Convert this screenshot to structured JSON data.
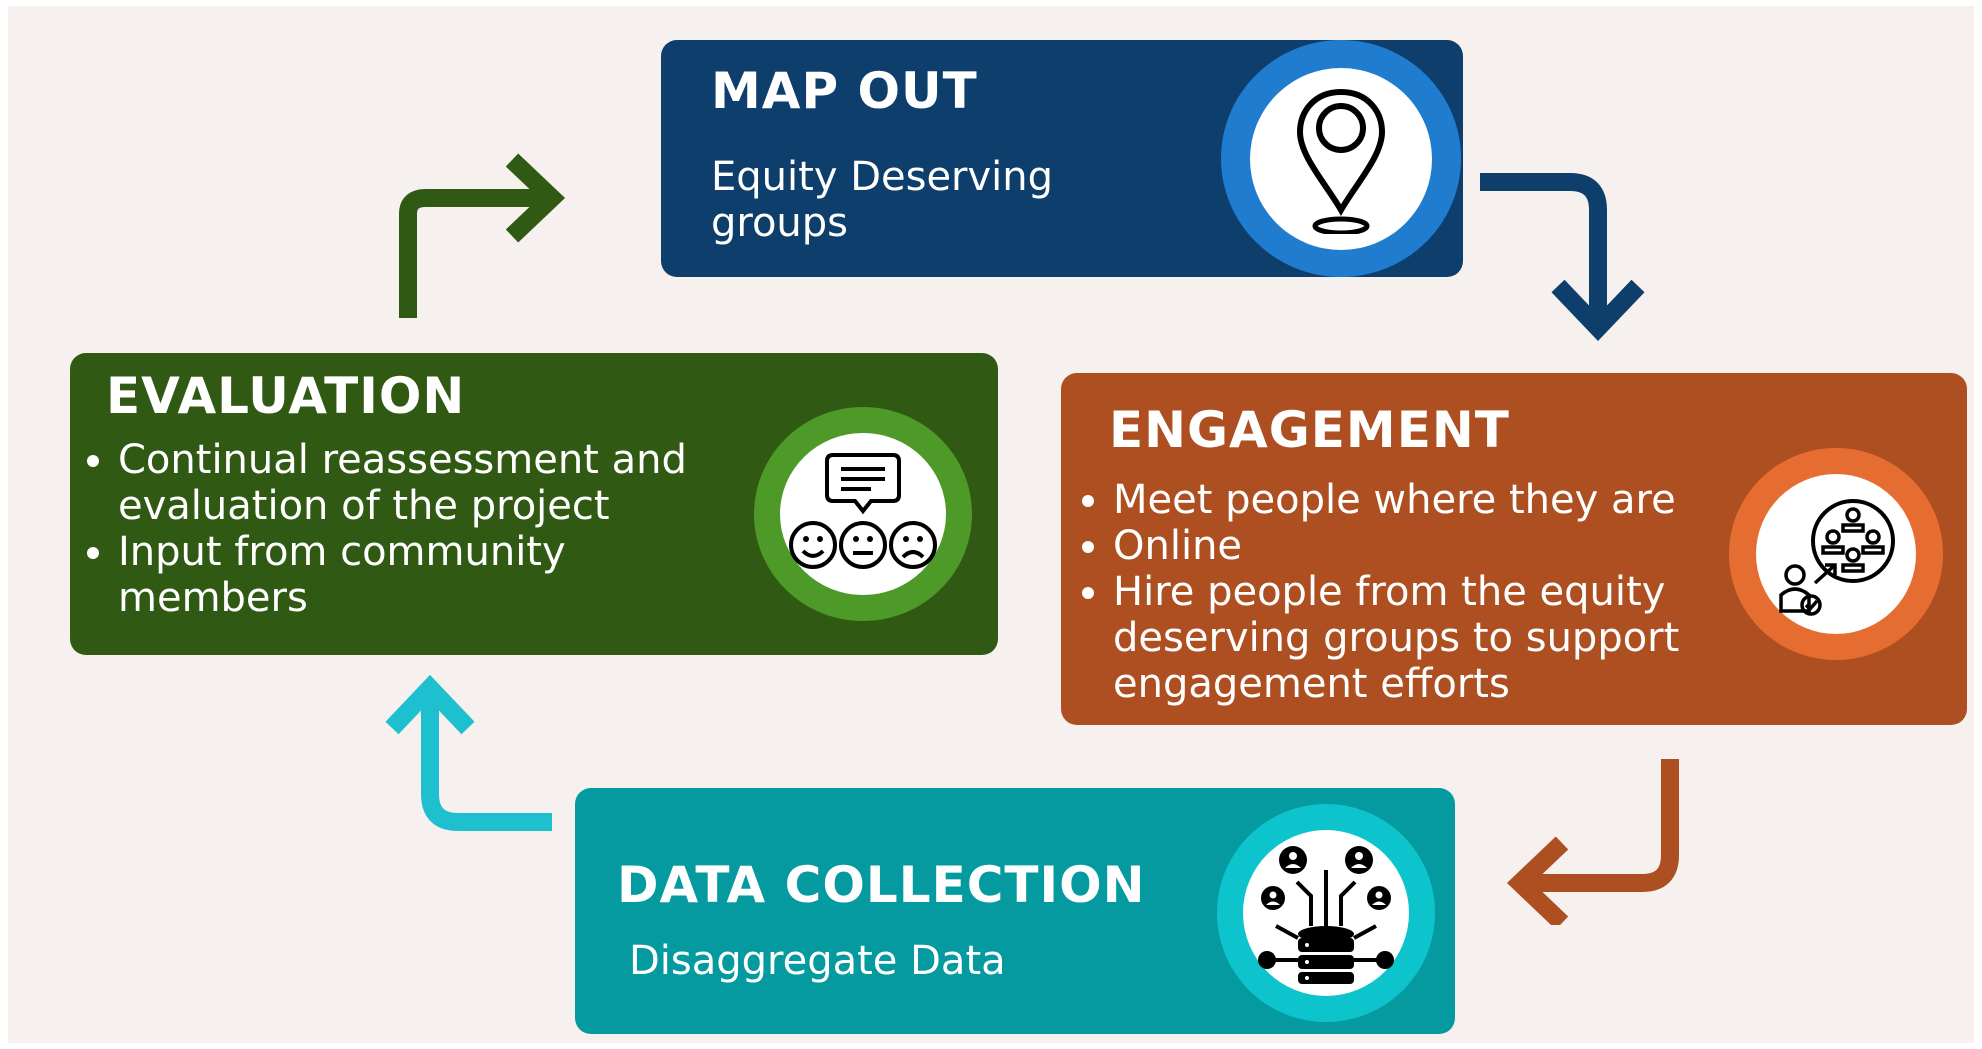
{
  "colors": {
    "background": "#f6f0ee",
    "map_out": "#0e3e6b",
    "map_out_ring": "#1f7cce",
    "engagement": "#ae4f22",
    "engagement_ring": "#e66d32",
    "data_collection": "#049aa0",
    "data_collection_ring": "#0ec4cc",
    "evaluation": "#305a13",
    "evaluation_ring": "#4e9a28",
    "arrow_blue": "#0e3e6b",
    "arrow_orange": "#ae4f22",
    "arrow_cyan": "#1ec0d0",
    "arrow_green": "#305a13"
  },
  "map_out": {
    "title": "MAP OUT",
    "subtitle_line1": "Equity Deserving",
    "subtitle_line2": "groups",
    "icon": "location-pin-icon"
  },
  "engagement": {
    "title": "ENGAGEMENT",
    "bullets": [
      "Meet people where they are",
      "Online",
      "Hire people from the equity deserving groups to support engagement efforts"
    ],
    "icon": "community-network-icon"
  },
  "data_collection": {
    "title": "DATA COLLECTION",
    "subtitle": "Disaggregate Data",
    "icon": "database-people-icon"
  },
  "evaluation": {
    "title": "EVALUATION",
    "bullets": [
      "Continual reassessment and evaluation of the project",
      "Input from community members"
    ],
    "icon": "feedback-faces-icon"
  }
}
